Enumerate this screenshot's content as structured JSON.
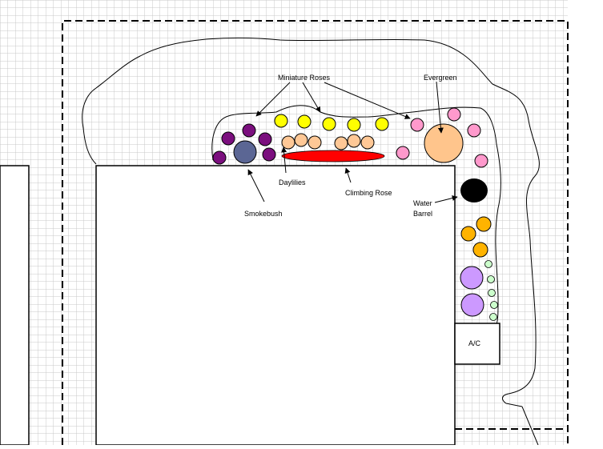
{
  "labels": {
    "miniature_roses": "Miniature Roses",
    "evergreen": "Evergreen",
    "smokebush": "Smokebush",
    "daylilies": "Daylilies",
    "climbing_rose": "Climbing Rose",
    "water_barrel_line1": "Water",
    "water_barrel_line2": "Barrel",
    "ac": "A/C"
  },
  "colors": {
    "grid": "#c8c8c8",
    "smokebush_purple": "#7b0f7e",
    "smokebush_center": "#5b6694",
    "miniature_rose_yellow": "#ffff00",
    "daylily_peach": "#ffc896",
    "climbing_rose_red": "#ff0000",
    "pink": "#ff99cc",
    "evergreen_peach": "#ffc58c",
    "water_barrel": "#000000",
    "orange": "#ffb300",
    "lavender": "#cc99ff",
    "light_green": "#ccffcc"
  }
}
